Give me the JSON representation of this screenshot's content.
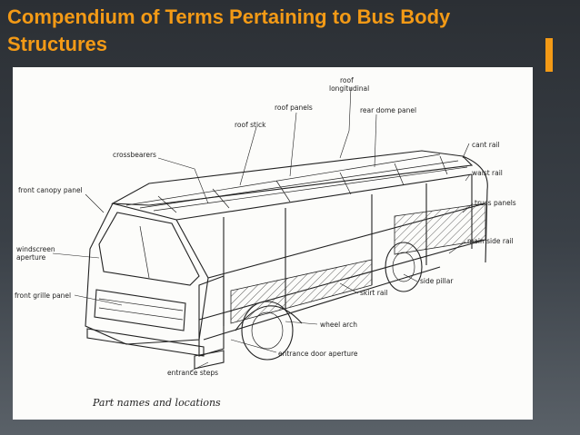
{
  "slide": {
    "title": "Compendium of Terms Pertaining to Bus Body Structures"
  },
  "figure": {
    "caption": "Part names and locations",
    "labels": {
      "roof_longitudinal_1": "roof",
      "roof_longitudinal_2": "longitudinal",
      "roof_panels": "roof panels",
      "rear_dome_panel": "rear dome panel",
      "roof_stick": "roof stick",
      "crossbearers": "crossbearers",
      "cant_rail": "cant rail",
      "waist_rail": "waist rail",
      "front_canopy_panel": "front canopy panel",
      "truss_panels": "truss panels",
      "main_side_rail": "main side rail",
      "windscreen_aperture_1": "windscreen",
      "windscreen_aperture_2": "aperture",
      "side_pillar": "side pillar",
      "skirt_rail": "skirt rail",
      "front_grille_panel": "front grille panel",
      "wheel_arch": "wheel arch",
      "entrance_door_aperture": "entrance door aperture",
      "entrance_steps": "entrance steps"
    }
  }
}
